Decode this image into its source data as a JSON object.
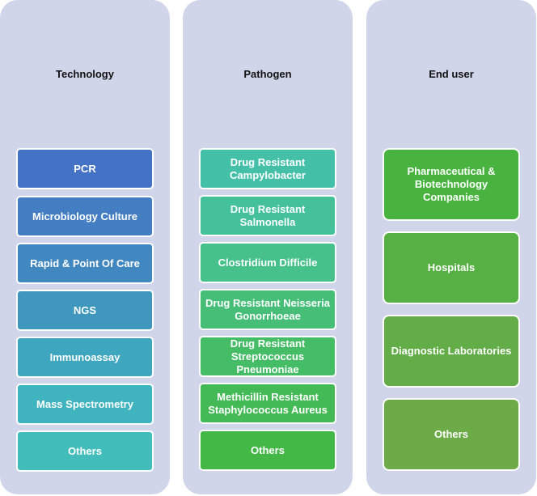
{
  "columns": {
    "technology": {
      "title": "Technology",
      "items": [
        {
          "label": "PCR",
          "color": "#4472c4"
        },
        {
          "label": "Microbiology Culture",
          "color": "#437dc2"
        },
        {
          "label": "Rapid & Point Of Care",
          "color": "#4288c0"
        },
        {
          "label": "NGS",
          "color": "#4097be"
        },
        {
          "label": "Immunoassay",
          "color": "#3fa6bf"
        },
        {
          "label": "Mass Spectrometry",
          "color": "#3fb3be"
        },
        {
          "label": "Others",
          "color": "#42bdbb"
        }
      ]
    },
    "pathogen": {
      "title": "Pathogen",
      "items": [
        {
          "label": "Drug Resistant Campylobacter",
          "color": "#44c0a9"
        },
        {
          "label": "Drug Resistant Salmonella",
          "color": "#45c19a"
        },
        {
          "label": "Clostridium Difficile",
          "color": "#46c18b"
        },
        {
          "label": "Drug Resistant Neisseria Gonorrhoeae",
          "color": "#46be78"
        },
        {
          "label": "Drug Resistant Streptococcus Pneumoniae",
          "color": "#45bc66"
        },
        {
          "label": "Methicillin Resistant Staphylococcus Aureus",
          "color": "#44ba56"
        },
        {
          "label": "Others",
          "color": "#43b847"
        }
      ]
    },
    "end_user": {
      "title": "End user",
      "items": [
        {
          "label": "Pharmaceutical & Biotechnology Companies",
          "color": "#48b43f"
        },
        {
          "label": "Hospitals",
          "color": "#57b044"
        },
        {
          "label": "Diagnostic Laboratories",
          "color": "#62ad47"
        },
        {
          "label": "Others",
          "color": "#6dab49"
        }
      ]
    }
  }
}
